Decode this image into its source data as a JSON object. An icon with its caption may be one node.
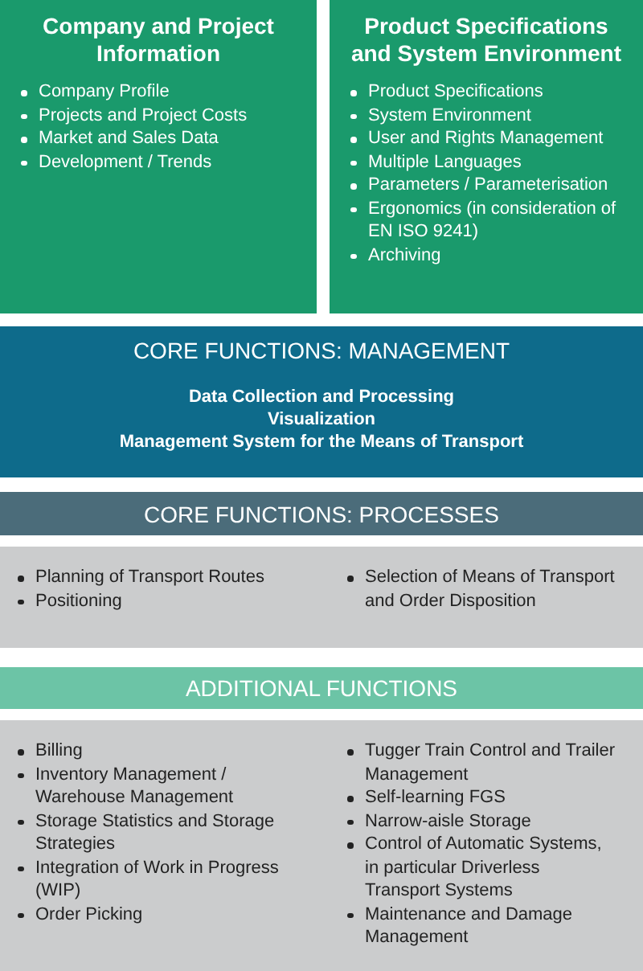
{
  "diagram": {
    "nodes": [
      {
        "text": [
          "Company and Project Information",
          "Company Profile",
          "Projects and Project Costs",
          "Market and Sales Data",
          "Development / Trends"
        ]
      },
      {
        "text": [
          "Product Specifications and System Environment",
          "Product Specifications",
          "System Environment",
          "User and Rights Management",
          "Multiple Languages",
          "Parameters / Parameterisation",
          "Ergonomics (in consideration of EN ISO 9241)",
          "Archiving"
        ]
      },
      {
        "text": [
          "CORE FUNCTIONS: MANAGEMENT",
          "Data Collection and Processing",
          "Visualization",
          "Management System for the Means of Transport"
        ]
      },
      {
        "text": [
          "CORE FUNCTIONS: PROCESSES"
        ]
      },
      {
        "text": [
          "Planning of Transport Routes",
          "Positioning",
          "Selection of Means of Transport and Order Disposition"
        ]
      },
      {
        "text": [
          "ADDITIONAL FUNCTIONS"
        ]
      },
      {
        "text": [
          "Billing",
          "Inventory Management / Warehouse Management",
          "Storage Statistics and Storage Strategies",
          "Integration of Work in Progress (WIP)",
          "Order Picking",
          "Tugger Train Control and Trailer Management",
          "Self-learning FGS",
          "Narrow-aisle Storage",
          "Control of Automatic Systems, in particular Driverless Transport Systems",
          "Maintenance and Damage Management"
        ]
      }
    ]
  }
}
